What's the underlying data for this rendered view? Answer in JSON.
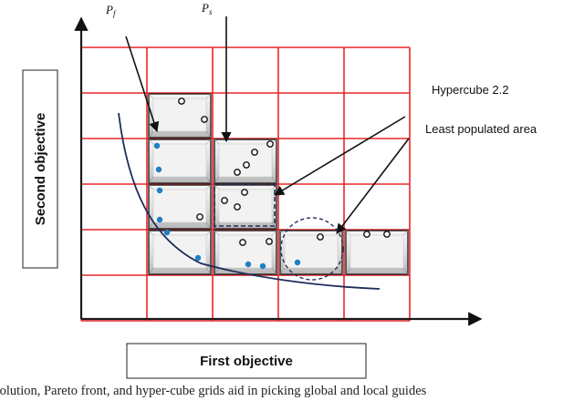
{
  "labels": {
    "pareto_front_symbol": "P",
    "pareto_front_sub": "f",
    "solutions_symbol": "P",
    "solutions_sub": "s",
    "hypercube": "Hypercube 2.2",
    "least_populated": "Least populated area",
    "x_axis": "First objective",
    "y_axis": "Second objective"
  },
  "caption": "solution, Pareto front, and hyper-cube grids aid in picking global and local guides",
  "colors": {
    "grid": "#e8262a",
    "axis": "#1a1a1a",
    "pareto_curve": "#1f2d5c",
    "filled_point": "#1f7fc4",
    "cube_fill": "#d4d4d4"
  }
}
